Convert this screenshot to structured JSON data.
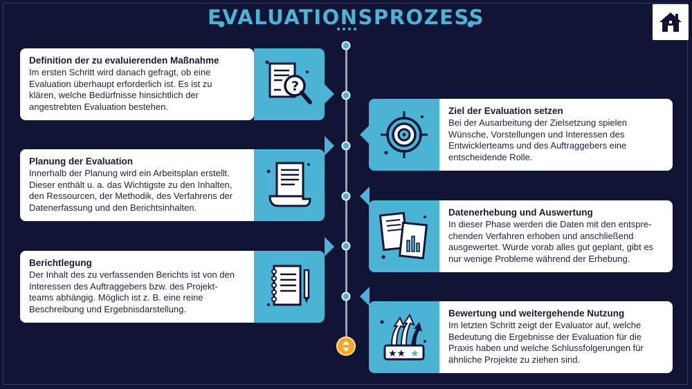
{
  "title": "EVALUATIONSPROZESS",
  "home_icon": "home-icon",
  "colors": {
    "background": "#121435",
    "accent": "#4bb3d4",
    "end_node": "#f5a623",
    "card": "#ffffff"
  },
  "steps": [
    {
      "heading": "Definition der zu evaluierenden Maßnahme",
      "lines": [
        "Im ersten Schritt wird danach gefragt, ob eine",
        "Evaluation überhaupt erforderlich ist. Es ist zu",
        "klären, welche Bedürfnisse hinsichtlich der",
        "angestrebten Evaluation bestehen."
      ],
      "icon": "document-search-icon"
    },
    {
      "heading": "Ziel der Evaluation setzen",
      "lines": [
        "Bei der Ausarbeitung der Zielsetzung spielen",
        "Wünsche, Vorstellungen und Interessen des",
        "Entwicklerteams und des Auftraggebers eine",
        "entscheidende Rolle."
      ],
      "icon": "target-icon"
    },
    {
      "heading": "Planung der Evaluation",
      "lines": [
        "Innerhalb der Planung wird ein Arbeitsplan erstellt.",
        "Dieser enthält u. a. das Wichtigste zu den Inhalten,",
        "den Ressourcen, der Methodik, des Verfahrens der",
        "Datenerfassung und den Berichtsinhalten."
      ],
      "icon": "scroll-document-icon"
    },
    {
      "heading": "Datenerhebung und Auswertung",
      "lines": [
        "In dieser Phase werden die Daten mit den entspre-",
        "chenden Verfahren erhoben und anschließend",
        "ausgewertet. Wurde vorab alles gut geplant, gibt es",
        "nur wenige Probleme während der Erhebung."
      ],
      "icon": "data-sheets-icon"
    },
    {
      "heading": "Berichtlegung",
      "lines": [
        "Der Inhalt des zu verfassenden Berichts ist von den",
        "Interessen des Auftraggebers bzw. des Projekt-",
        "teams abhängig. Möglich ist z. B. eine reine",
        "Beschreibung und Ergebnisdarstellung."
      ],
      "icon": "notebook-pen-icon"
    },
    {
      "heading": "Bewertung und weitergehende Nutzung",
      "lines": [
        "Im letzten Schritt zeigt der Evaluator auf, welche",
        "Bedeutung die Ergebnisse der Evaluation für die",
        "Praxis haben und welche Schlussfolgerungen für",
        "ähnliche Projekte zu ziehen sind."
      ],
      "icon": "rating-arrows-icon"
    }
  ]
}
